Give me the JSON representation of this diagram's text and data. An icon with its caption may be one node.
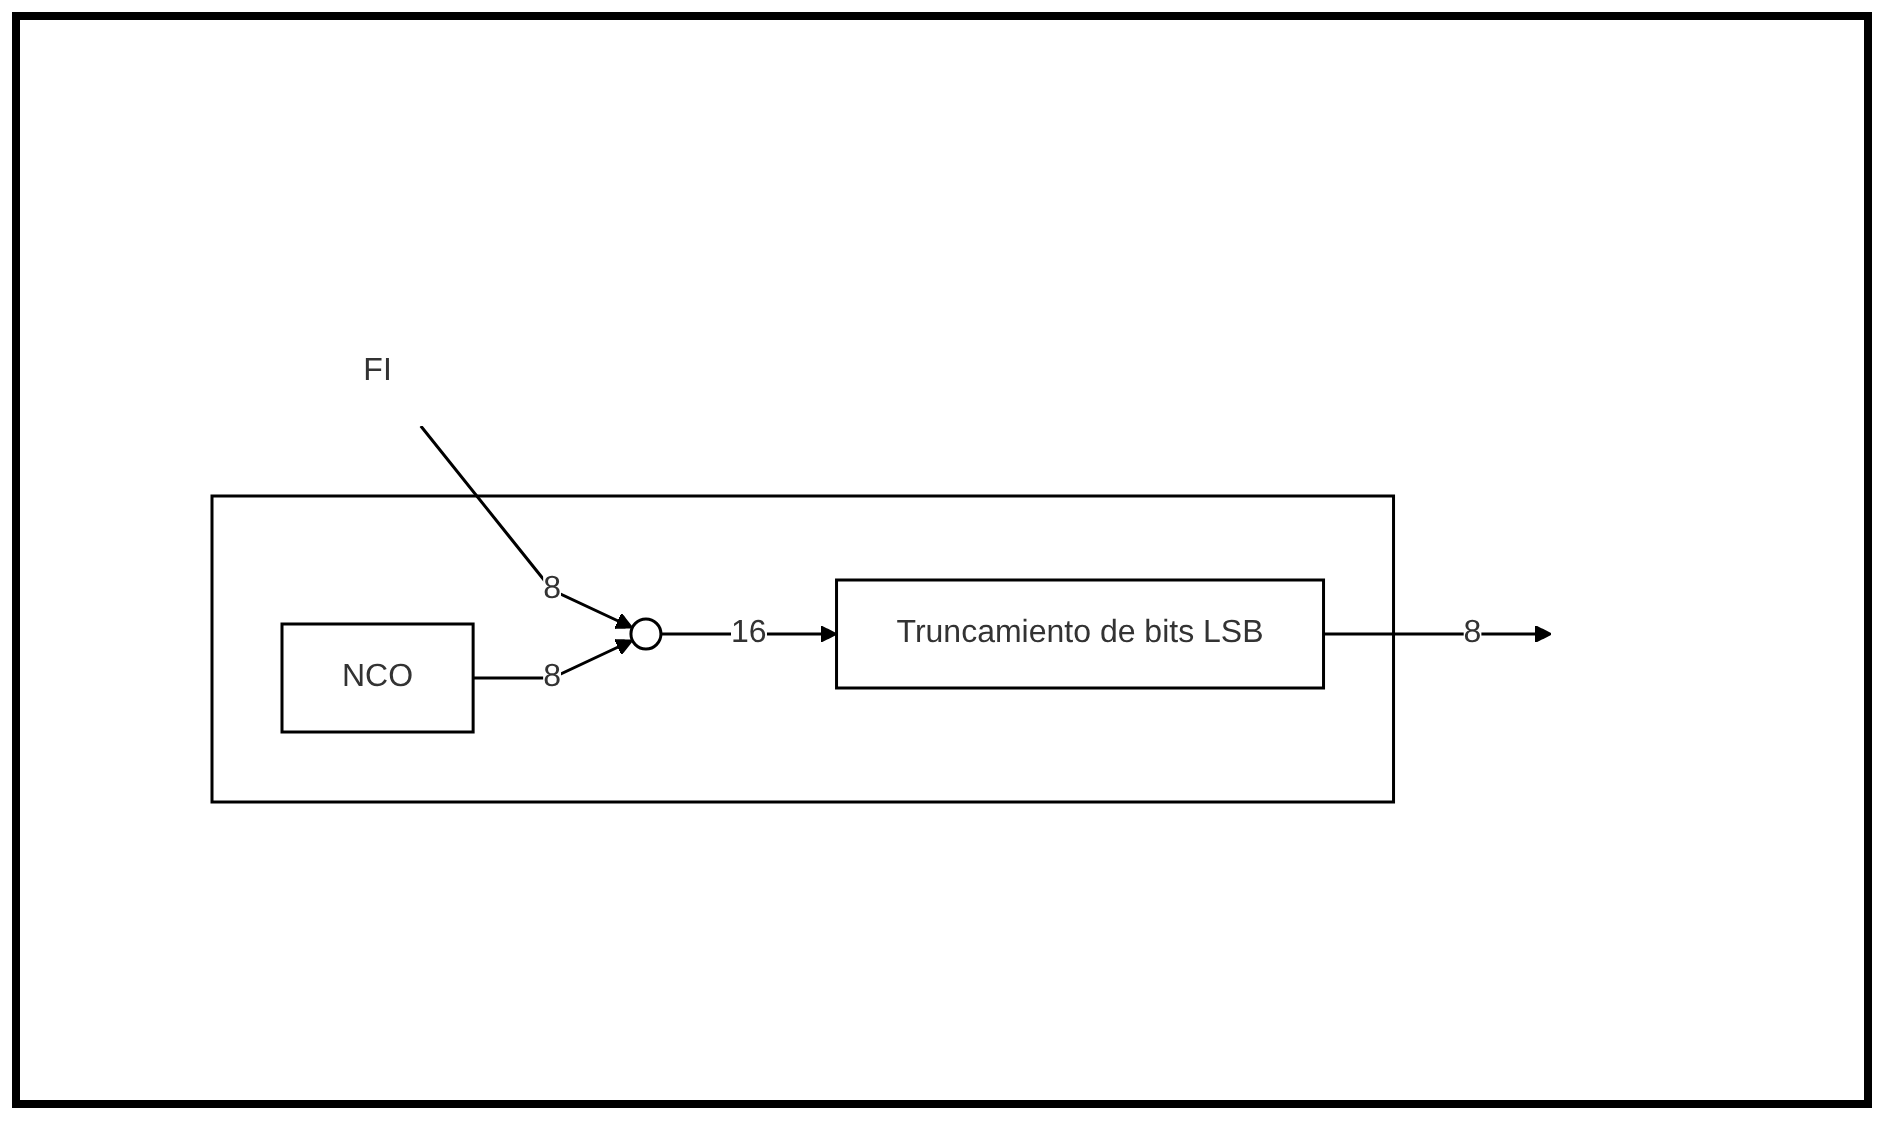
{
  "diagram": {
    "nodes": [
      {
        "text": [
          "FI"
        ]
      },
      {
        "text": [],
        "shape": "box"
      },
      {
        "text": [],
        "shape": "circle",
        "in": 1
      },
      {
        "text": [
          "Truncamiento de bits LSB"
        ],
        "in": 1
      },
      {
        "text": [
          "NCO"
        ],
        "in": 1
      }
    ],
    "edges": [
      {
        "from": 0,
        "to": 2,
        "arrow": "to",
        "label": "8"
      },
      {
        "from": 2,
        "to": 3,
        "arrow": "to",
        "label": "16"
      },
      {
        "from": 4,
        "to": 2,
        "arrow": "to",
        "label": "8"
      },
      {
        "from": 3,
        "to": null,
        "arrow": "to",
        "label": "8"
      }
    ]
  }
}
